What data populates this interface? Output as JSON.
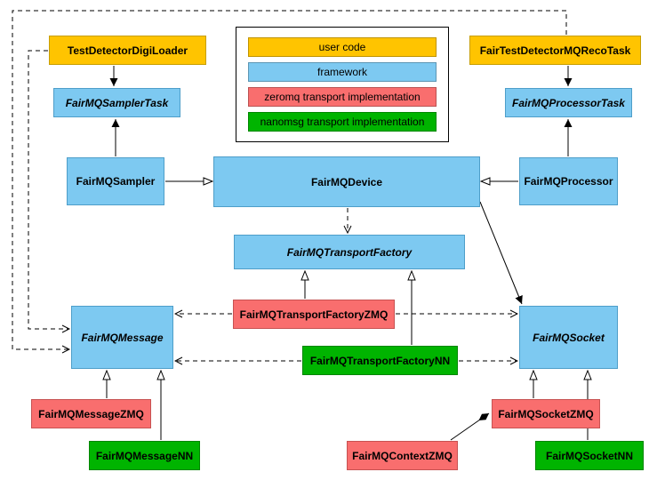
{
  "diagram": {
    "legend": {
      "items": [
        {
          "label": "user code",
          "color": "#FFC400"
        },
        {
          "label": "framework",
          "color": "#7DC9F1"
        },
        {
          "label": "zeromq transport implementation",
          "color": "#F96E6E"
        },
        {
          "label": "nanomsg transport implementation",
          "color": "#00B400"
        }
      ]
    },
    "nodes": {
      "digiloader": {
        "label": "TestDetectorDigiLoader",
        "color": "#FFC400"
      },
      "recotask": {
        "label": "FairTestDetectorMQRecoTask",
        "color": "#FFC400"
      },
      "samplertask": {
        "label": "FairMQSamplerTask",
        "color": "#7DC9F1"
      },
      "processortask": {
        "label": "FairMQProcessorTask",
        "color": "#7DC9F1"
      },
      "sampler": {
        "label": "FairMQSampler",
        "color": "#7DC9F1"
      },
      "device": {
        "label": "FairMQDevice",
        "color": "#7DC9F1"
      },
      "processor": {
        "label": "FairMQProcessor",
        "color": "#7DC9F1"
      },
      "transportfactory": {
        "label": "FairMQTransportFactory",
        "color": "#7DC9F1"
      },
      "factoryzmq": {
        "label": "FairMQTransportFactoryZMQ",
        "color": "#F96E6E"
      },
      "factorynn": {
        "label": "FairMQTransportFactoryNN",
        "color": "#00B400"
      },
      "message": {
        "label": "FairMQMessage",
        "color": "#7DC9F1"
      },
      "socket": {
        "label": "FairMQSocket",
        "color": "#7DC9F1"
      },
      "messagezmq": {
        "label": "FairMQMessageZMQ",
        "color": "#F96E6E"
      },
      "messagenn": {
        "label": "FairMQMessageNN",
        "color": "#00B400"
      },
      "socketzmq": {
        "label": "FairMQSocketZMQ",
        "color": "#F96E6E"
      },
      "contextzmq": {
        "label": "FairMQContextZMQ",
        "color": "#F96E6E"
      },
      "socketnn": {
        "label": "FairMQSocketNN",
        "color": "#00B400"
      }
    }
  }
}
